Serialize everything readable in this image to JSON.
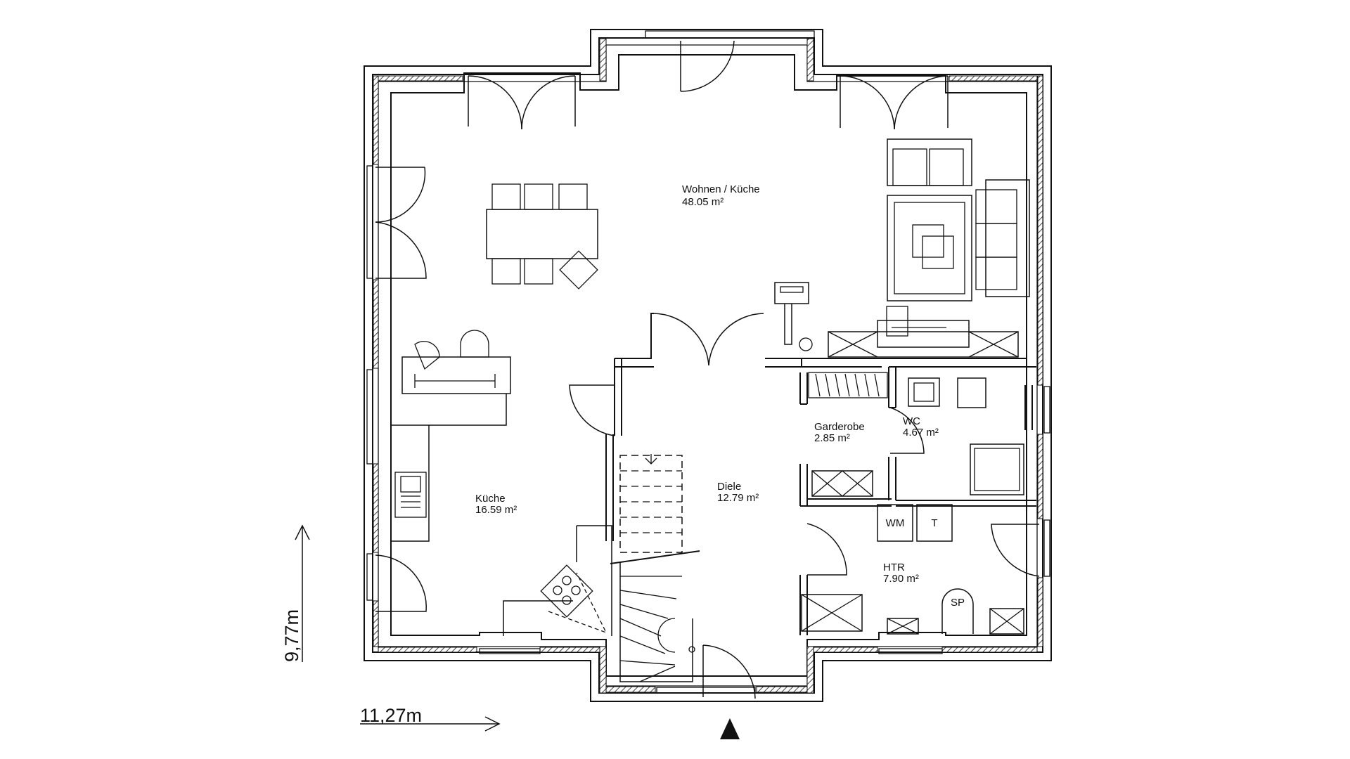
{
  "rooms": [
    {
      "name": "Wohnen / Küche",
      "area": "48.05 m²"
    },
    {
      "name": "Küche",
      "area": "16.59 m²"
    },
    {
      "name": "Diele",
      "area": "12.79 m²"
    },
    {
      "name": "Garderobe",
      "area": "2.85 m²"
    },
    {
      "name": "WC",
      "area": "4.67 m²"
    },
    {
      "name": "HTR",
      "area": "7.90 m²"
    }
  ],
  "fixtures": {
    "washer": "WM",
    "dryer": "T",
    "storage": "SP"
  },
  "dimensions": {
    "width": "11,27m",
    "height": "9,77m"
  }
}
